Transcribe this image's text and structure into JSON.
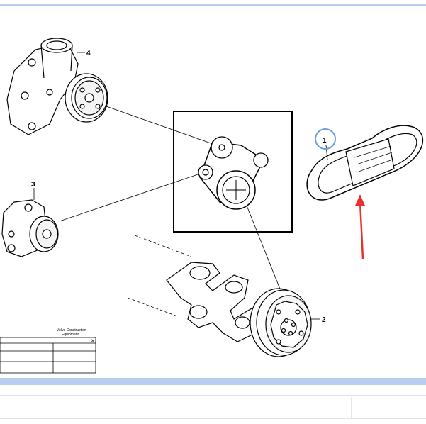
{
  "diagram": {
    "callouts": [
      "1",
      "2",
      "3",
      "4"
    ],
    "title_block": {
      "brand_line1": "Volvo Construction",
      "brand_line2": "Equipment",
      "close_glyph": "✕"
    },
    "highlight": {
      "circle_color": "#6a9fd8",
      "arrow_color": "#e8322e"
    }
  },
  "ui": {
    "band_color": "#b9cdf0"
  }
}
